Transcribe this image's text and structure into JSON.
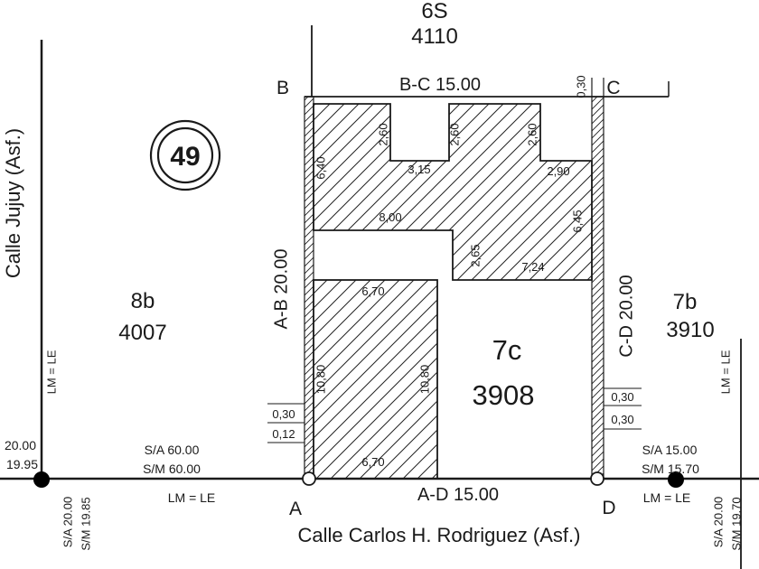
{
  "parcels": {
    "top": {
      "id": "6S",
      "number": "4110"
    },
    "left": {
      "id": "8b",
      "number": "4007"
    },
    "right": {
      "id": "7b",
      "number": "3910"
    },
    "main": {
      "id": "7c",
      "number": "3908"
    }
  },
  "block_badge": "49",
  "streets": {
    "left": "Calle Jujuy (Asf.)",
    "bottom": "Calle Carlos H. Rodriguez (Asf.)"
  },
  "corners": {
    "a": "A",
    "b": "B",
    "c": "C",
    "d": "D"
  },
  "boundaries": {
    "bc": "B-C 15.00",
    "ab": "A-B 20.00",
    "cd": "C-D 20.00",
    "ad": "A-D 15.00"
  },
  "top_building": {
    "left_height": "6,40",
    "notch1_left": "2,60",
    "notch1_width": "3,15",
    "notch1_right": "2,60",
    "notch2_left": "2,60",
    "notch2_width": "2,90",
    "bottom_width": "8,00",
    "right_height": "6,45",
    "step_height": "2,65",
    "step_width": "7,24"
  },
  "bottom_building": {
    "top_width": "6,70",
    "left_height": "10,80",
    "right_height": "10,80",
    "bottom_width": "6,70"
  },
  "wall_offsets": {
    "top_right": "0,30",
    "right_upper": "0,30",
    "right_lower": "0,30",
    "left_upper": "0,30",
    "left_lower": "0,12"
  },
  "survey": {
    "left_frontage_sa": "S/A 60.00",
    "left_frontage_sm": "S/M 60.00",
    "right_frontage_sa": "S/A 15.00",
    "right_frontage_sm": "S/M 15.70",
    "edge_left_value1": "20.00",
    "edge_left_value2": "19.95",
    "lm_le_street_left": "LM = LE",
    "lm_le_bottom_left": "LM = LE",
    "lm_le_bottom_right": "LM = LE",
    "lm_le_right": "LM = LE",
    "bottom_left_sa": "S/A 20.00",
    "bottom_left_sm": "S/M 19.85",
    "bottom_right_sa": "S/A 20.00",
    "bottom_right_sm": "S/M 19.70"
  }
}
